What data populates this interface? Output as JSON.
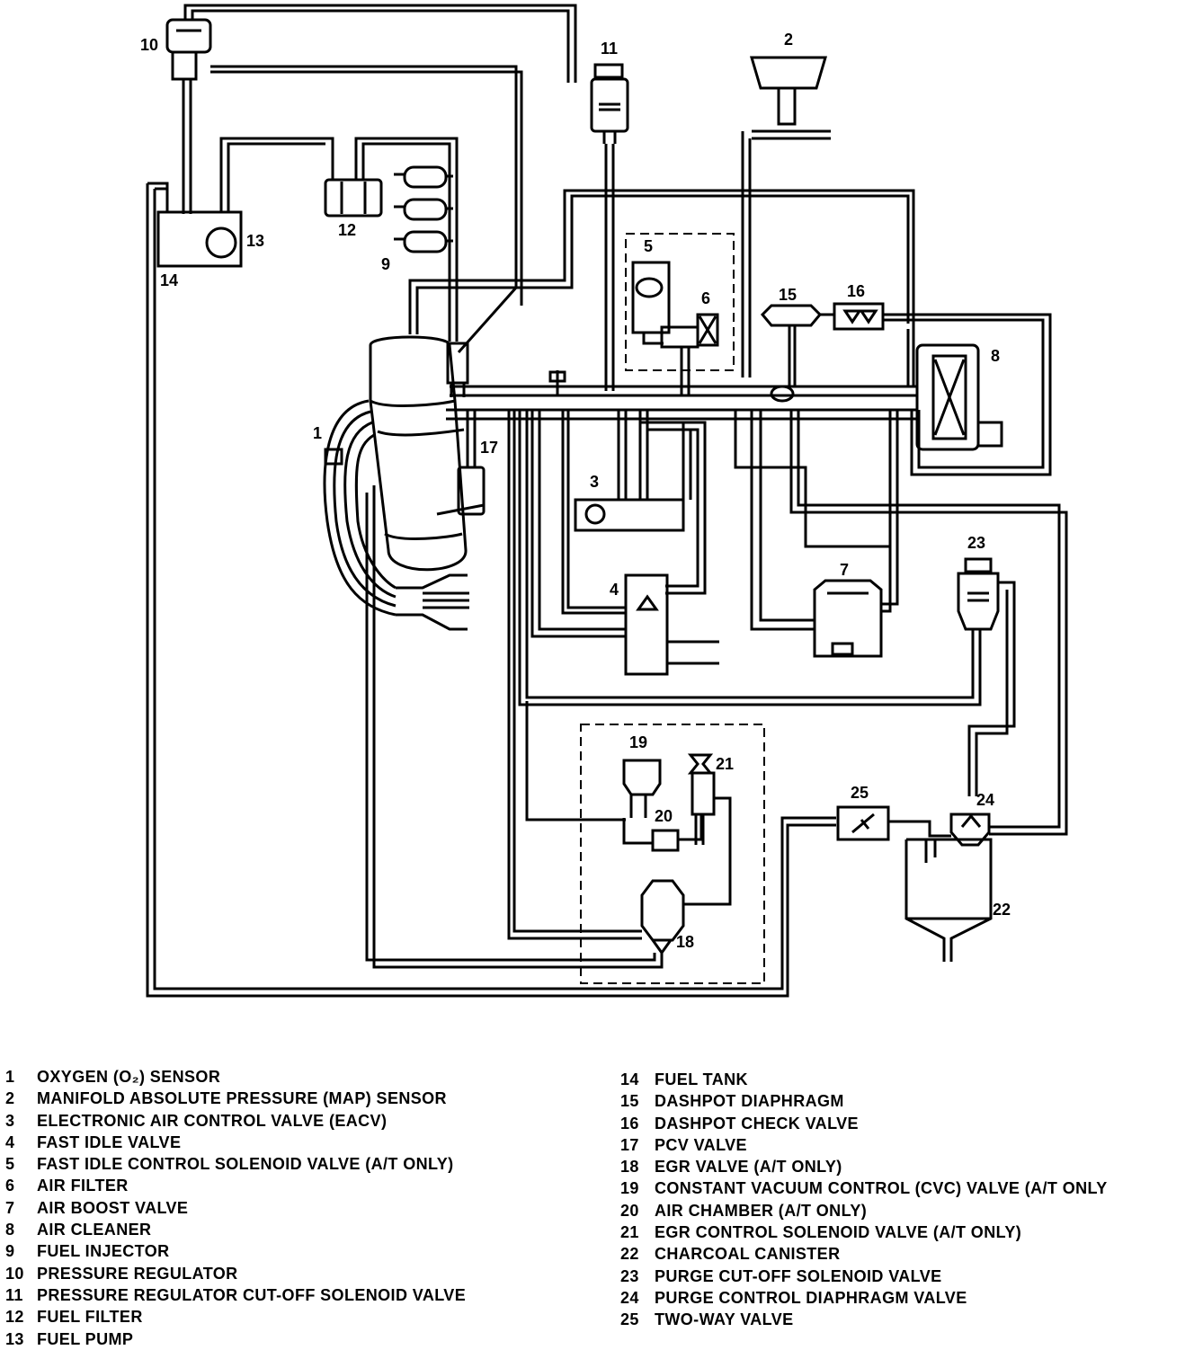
{
  "labels": {
    "c1": "1",
    "c2": "2",
    "c3": "3",
    "c4": "4",
    "c5": "5",
    "c6": "6",
    "c7": "7",
    "c8": "8",
    "c9": "9",
    "c10": "10",
    "c11": "11",
    "c12": "12",
    "c13": "13",
    "c14": "14",
    "c15": "15",
    "c16": "16",
    "c17": "17",
    "c18": "18",
    "c19": "19",
    "c20": "20",
    "c21": "21",
    "c22": "22",
    "c23": "23",
    "c24": "24",
    "c25": "25"
  },
  "legend_left": [
    {
      "num": "1",
      "text": "OXYGEN (O₂) SENSOR"
    },
    {
      "num": "2",
      "text": "MANIFOLD ABSOLUTE PRESSURE (MAP) SENSOR"
    },
    {
      "num": "3",
      "text": "ELECTRONIC AIR CONTROL VALVE (EACV)"
    },
    {
      "num": "4",
      "text": "FAST IDLE VALVE"
    },
    {
      "num": "5",
      "text": "FAST IDLE CONTROL SOLENOID VALVE (A/T ONLY)"
    },
    {
      "num": "6",
      "text": "AIR FILTER"
    },
    {
      "num": "7",
      "text": "AIR BOOST VALVE"
    },
    {
      "num": "8",
      "text": "AIR CLEANER"
    },
    {
      "num": "9",
      "text": "FUEL INJECTOR"
    },
    {
      "num": "10",
      "text": "PRESSURE REGULATOR"
    },
    {
      "num": "11",
      "text": "PRESSURE REGULATOR CUT-OFF SOLENOID VALVE"
    },
    {
      "num": "12",
      "text": "FUEL FILTER"
    },
    {
      "num": "13",
      "text": "FUEL PUMP"
    }
  ],
  "legend_right": [
    {
      "num": "14",
      "text": "FUEL TANK"
    },
    {
      "num": "15",
      "text": "DASHPOT DIAPHRAGM"
    },
    {
      "num": "16",
      "text": "DASHPOT CHECK VALVE"
    },
    {
      "num": "17",
      "text": "PCV VALVE"
    },
    {
      "num": "18",
      "text": "EGR VALVE (A/T ONLY)"
    },
    {
      "num": "19",
      "text": "CONSTANT VACUUM CONTROL (CVC) VALVE (A/T ONLY"
    },
    {
      "num": "20",
      "text": "AIR CHAMBER (A/T ONLY)"
    },
    {
      "num": "21",
      "text": "EGR CONTROL SOLENOID VALVE (A/T ONLY)"
    },
    {
      "num": "22",
      "text": "CHARCOAL CANISTER"
    },
    {
      "num": "23",
      "text": "PURGE CUT-OFF SOLENOID VALVE"
    },
    {
      "num": "24",
      "text": "PURGE CONTROL DIAPHRAGM VALVE"
    },
    {
      "num": "25",
      "text": "TWO-WAY VALVE"
    }
  ]
}
